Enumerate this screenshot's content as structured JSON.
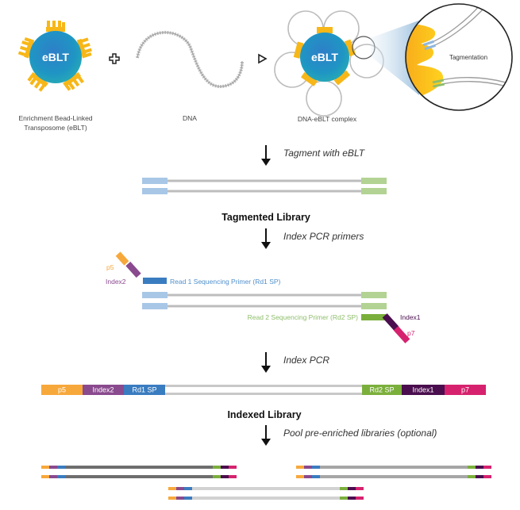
{
  "colors": {
    "p5": "#F7A83B",
    "index2": "#8A4A8E",
    "rd1sp": "#3A7CC0",
    "rd1sp_light": "#A8C7E6",
    "rd2sp": "#7BAF3C",
    "rd2sp_light": "#B2D393",
    "index1": "#4A0E4E",
    "p7": "#D6226E",
    "bead": "#1F95C4",
    "transposome": "#F7B718",
    "dna": "#BDBDBD",
    "arrow": "#111111"
  },
  "top": {
    "bead_label": "eBLT",
    "bead_caption_line1": "Enrichment Bead-Linked",
    "bead_caption_line2": "Transposome (eBLT)",
    "plus_symbol": "plus-icon",
    "dna_caption": "DNA",
    "arrow_symbol": "triangle-right-icon",
    "complex_label": "eBLT",
    "complex_caption": "DNA-eBLT complex",
    "magnifier_label": "Tagmentation"
  },
  "steps": [
    {
      "label": "Tagment with eBLT"
    },
    {
      "label": "Index PCR primers"
    },
    {
      "label": "Index PCR"
    },
    {
      "label": "Pool pre-enriched libraries (optional)"
    }
  ],
  "titles": {
    "tagmented": "Tagmented Library",
    "indexed": "Indexed Library"
  },
  "primers": {
    "p5": "p5",
    "index2": "Index2",
    "rd1": "Read 1 Sequencing Primer (Rd1 SP)",
    "rd2": "Read 2 Sequencing Primer (Rd2 SP)",
    "index1": "Index1",
    "p7": "p7"
  },
  "indexed_library": {
    "segments": [
      {
        "key": "p5",
        "label": "p5"
      },
      {
        "key": "index2",
        "label": "Index2"
      },
      {
        "key": "rd1sp",
        "label": "Rd1 SP"
      },
      {
        "key": "insert",
        "label": ""
      },
      {
        "key": "rd2sp",
        "label": "Rd2 SP"
      },
      {
        "key": "index1",
        "label": "Index1"
      },
      {
        "key": "p7",
        "label": "p7"
      }
    ]
  },
  "pooled_libraries": [
    {
      "insert_color": "#6E6E6E"
    },
    {
      "insert_color": "#A6A6A6"
    },
    {
      "insert_color": "#D2D2D2"
    }
  ]
}
